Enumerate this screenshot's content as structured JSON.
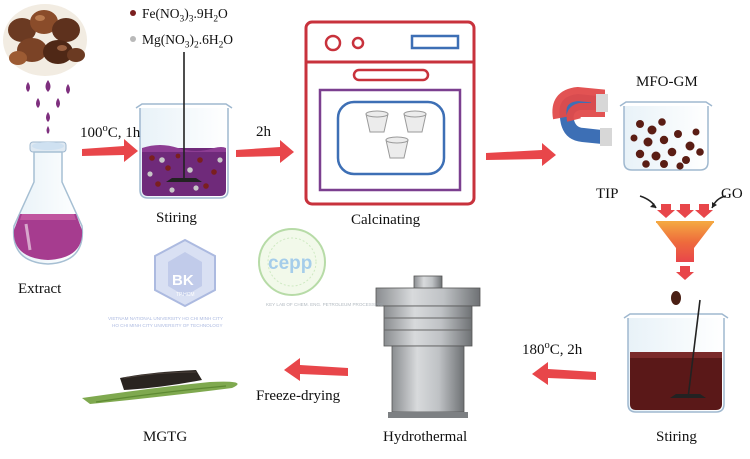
{
  "legend": {
    "fe_formula_main": "Fe(NO",
    "fe_sub_1": "3",
    "fe_paren": ")",
    "fe_sub_2": "3",
    "fe_hydrate": ".9H",
    "fe_sub_3": "2",
    "fe_end": "O",
    "mg_formula_main": "Mg(NO",
    "mg_sub_1": "3",
    "mg_paren": ")",
    "mg_sub_2": "2",
    "mg_hydrate": ".6H",
    "mg_sub_3": "2",
    "mg_end": "O",
    "fe_color": "#7a1f1f",
    "mg_color": "#b9b9b9"
  },
  "steps": {
    "extract": "Extract",
    "stiring_1": "Stiring",
    "calcinating": "Calcinating",
    "mfo_gm": "MFO-GM",
    "stiring_2": "Stiring",
    "hydrothermal": "Hydrothermal",
    "mgtg": "MGTG"
  },
  "conditions": {
    "c1_temp": "100",
    "c1_deg": "o",
    "c1_rest": "C, 1h",
    "c2": "2h",
    "tip": "TIP",
    "go": "GO",
    "c3_temp": "180",
    "c3_deg": "o",
    "c3_rest": "C, 2h",
    "c4": "Freeze-drying"
  },
  "logos": {
    "bk_text": "BK",
    "bk_sub": "TP.HCM",
    "bk_caption": "VIETNAM NATIONAL UNIVERSITY HO CHI MINH CITY",
    "bk_caption_2": "HO CHI MINH CITY UNIVERSITY OF TECHNOLOGY",
    "cepp_text": "cepp",
    "cepp_caption": "KEY LAB OF CHEM. ENG. PETROLEUM PROCESSING"
  },
  "colors": {
    "arrow": "#e8464a",
    "purple_liquid": "#7e2f7e",
    "oven_red": "#c8323c",
    "oven_purple": "#7b3f8f",
    "oven_blue": "#3d6fb5",
    "dark_liquid": "#5a1818"
  }
}
